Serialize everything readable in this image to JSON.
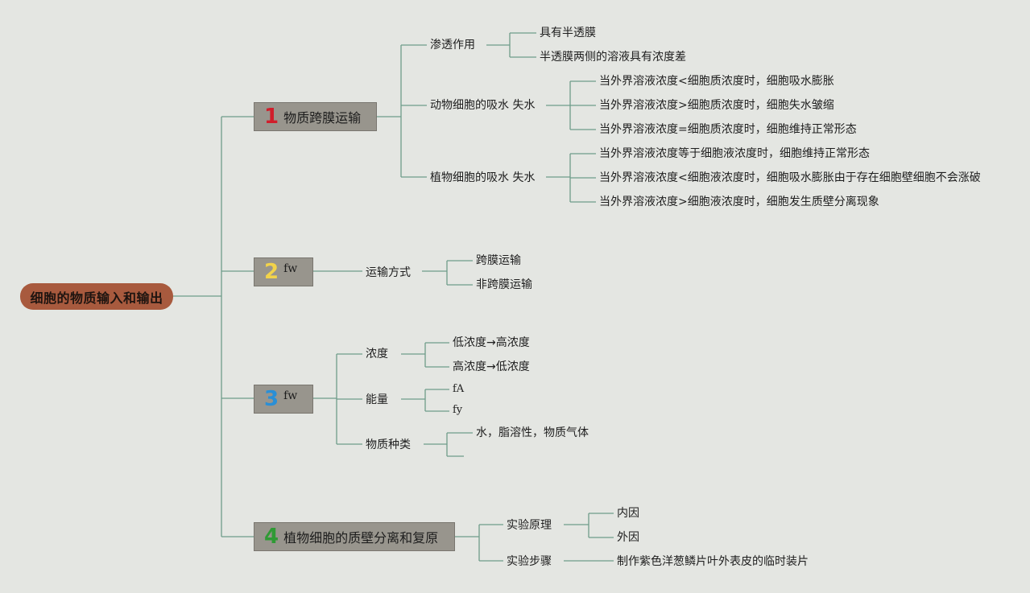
{
  "root": {
    "label": "细胞的物质输入和输出"
  },
  "colors": {
    "root": "#a85a3e",
    "branch": "#98958d",
    "line": "#6e9c8a",
    "num1": "#d01e2b",
    "num2": "#f2d34a",
    "num3": "#2a8fd6",
    "num4": "#2f9a35"
  },
  "branches": [
    {
      "number": "1",
      "label": "物质跨膜运输",
      "children": [
        {
          "label": "渗透作用",
          "children": [
            "具有半透膜",
            "半透膜两侧的溶液具有浓度差"
          ]
        },
        {
          "label": "动物细胞的吸水 失水",
          "children": [
            "当外界溶液浓度<细胞质浓度时，细胞吸水膨胀",
            "当外界溶液浓度>细胞质浓度时，细胞失水皱缩",
            "当外界溶液浓度=细胞质浓度时，细胞维持正常形态"
          ]
        },
        {
          "label": "植物细胞的吸水 失水",
          "children": [
            "当外界溶液浓度等于细胞液浓度时，细胞维持正常形态",
            "当外界溶液浓度<细胞液浓度时，细胞吸水膨胀由于存在细胞壁细胞不会涨破",
            "当外界溶液浓度>细胞液浓度时，细胞发生质壁分离现象"
          ]
        }
      ]
    },
    {
      "number": "2",
      "label": "fw",
      "children": [
        {
          "label": "运输方式",
          "children": [
            "跨膜运输",
            "非跨膜运输"
          ]
        }
      ]
    },
    {
      "number": "3",
      "label": "fw",
      "children": [
        {
          "label": "浓度",
          "children": [
            "低浓度→高浓度",
            "高浓度→低浓度"
          ]
        },
        {
          "label": "能量",
          "children": [
            "fA",
            "fy"
          ]
        },
        {
          "label": "物质种类",
          "children": [
            "水，脂溶性，物质气体",
            ""
          ]
        }
      ]
    },
    {
      "number": "4",
      "label": "植物细胞的质壁分离和复原",
      "children": [
        {
          "label": "实验原理",
          "children": [
            "内因",
            "外因"
          ]
        },
        {
          "label": "实验步骤",
          "children": [
            "制作紫色洋葱鳞片叶外表皮的临时装片"
          ]
        }
      ]
    }
  ]
}
